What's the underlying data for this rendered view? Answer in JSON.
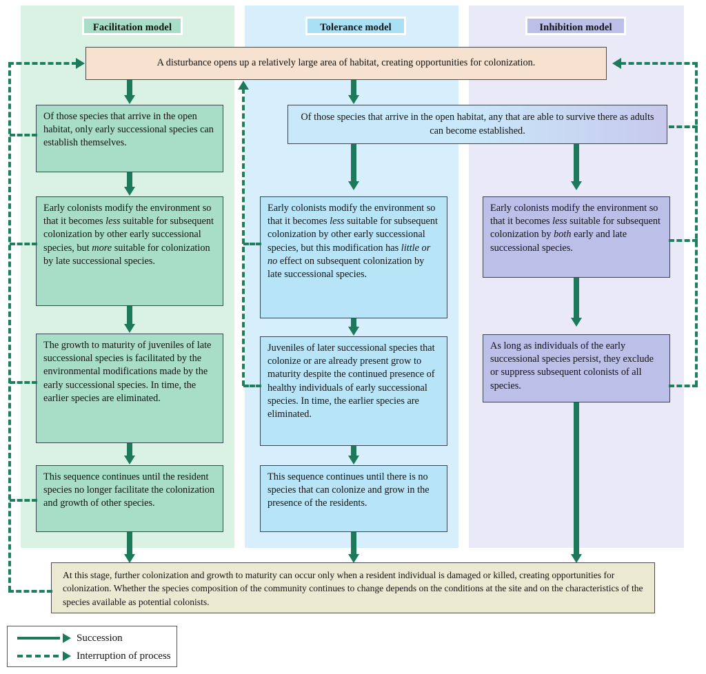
{
  "columns": [
    {
      "id": "facilitation",
      "title": "Facilitation model",
      "bg": "#d9f2e3",
      "chip": "#a8ddc8",
      "box": "#a8ddc8"
    },
    {
      "id": "tolerance",
      "title": "Tolerance model",
      "bg": "#d7effc",
      "chip": "#aae0f6",
      "box": "#b8e4f7"
    },
    {
      "id": "inhibition",
      "title": "Inhibition model",
      "bg": "#e9e9f8",
      "chip": "#bcbfe8",
      "box": "#bcbfe8"
    }
  ],
  "shared": {
    "disturbance": "A disturbance opens up a relatively large area of habitat, creating opportunities for colonization.",
    "open_habitat": "Of those species that arrive in the open habitat, any that are able to survive there as adults can become established.",
    "summary": "At this stage, further colonization and growth to maturity can occur only when a resident individual is damaged or killed, creating opportunities for colonization. Whether the species composition of the community continues to change depends on the conditions at the site and on the characteristics of the species available as potential colonists."
  },
  "facilitation_steps": [
    "Of those species that arrive in the open habitat, only early successional species can establish themselves.",
    "Early colonists modify the environment so that it becomes less suitable for subsequent colonization by other early successional species, but more suitable for colonization by late successional species.",
    "The growth to maturity of juveniles of late successional species is facilitated by the environmental modifications made by the early successional species. In time, the earlier species are eliminated.",
    "This sequence continues until the resident species no longer facilitate the colonization and growth of other species."
  ],
  "tolerance_steps": [
    "Early colonists modify the environment so that it becomes less suitable for subsequent colonization by other early successional species, but this modification has little or no effect on subsequent colonization by late successional species.",
    "Juveniles of later successional species that colonize or are already present grow to maturity despite the continued presence of healthy individuals of early successional species. In time, the earlier species are eliminated.",
    "This sequence continues until there is no species that can colonize and grow in the presence of the residents."
  ],
  "inhibition_steps": [
    "Early colonists modify the environment so that it becomes less suitable for subsequent colonization by both early and late successional species.",
    "As long as individuals of the early successional species persist, they exclude or suppress subsequent colonists of all species."
  ],
  "legend": {
    "succession": "Succession",
    "interruption": "Interruption of process"
  },
  "colors": {
    "arrow_green": "#1c7a5a",
    "dashed_green": "#1d7f5e",
    "box_border": "#3b4452",
    "disturbance_fill": "#f7e2cf",
    "summary_fill": "#ece9d3"
  }
}
